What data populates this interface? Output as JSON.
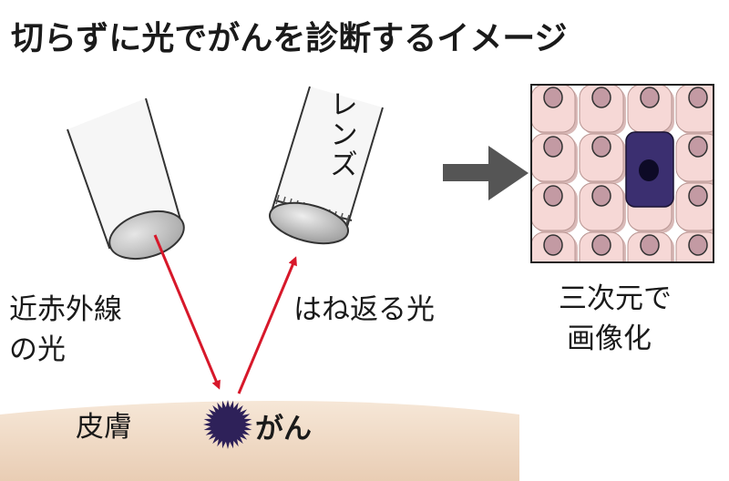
{
  "title": "切らずに光でがんを診断するイメージ",
  "labels": {
    "lens": "レンズ",
    "nir_line1": "近赤外線",
    "nir_line2": "の光",
    "reflected": "はね返る光",
    "output_line1": "三次元で",
    "output_line2": "画像化",
    "skin": "皮膚",
    "cancer": "がん"
  },
  "colors": {
    "background": "#ffffff",
    "tube_body": "#f4f4f4",
    "tube_outline": "#333333",
    "lens_face": "#c9c9c9",
    "arrow_red": "#d7182a",
    "skin": "#f2e0cf",
    "tumor": "#2e2159",
    "cell_fill": "#f6d8d6",
    "cell_nucleus": "#c39aa3",
    "cancer_cell": "#3b2f70",
    "cancer_nucleus": "#0d0a26",
    "big_arrow": "#555555",
    "grid_border": "#222222"
  }
}
